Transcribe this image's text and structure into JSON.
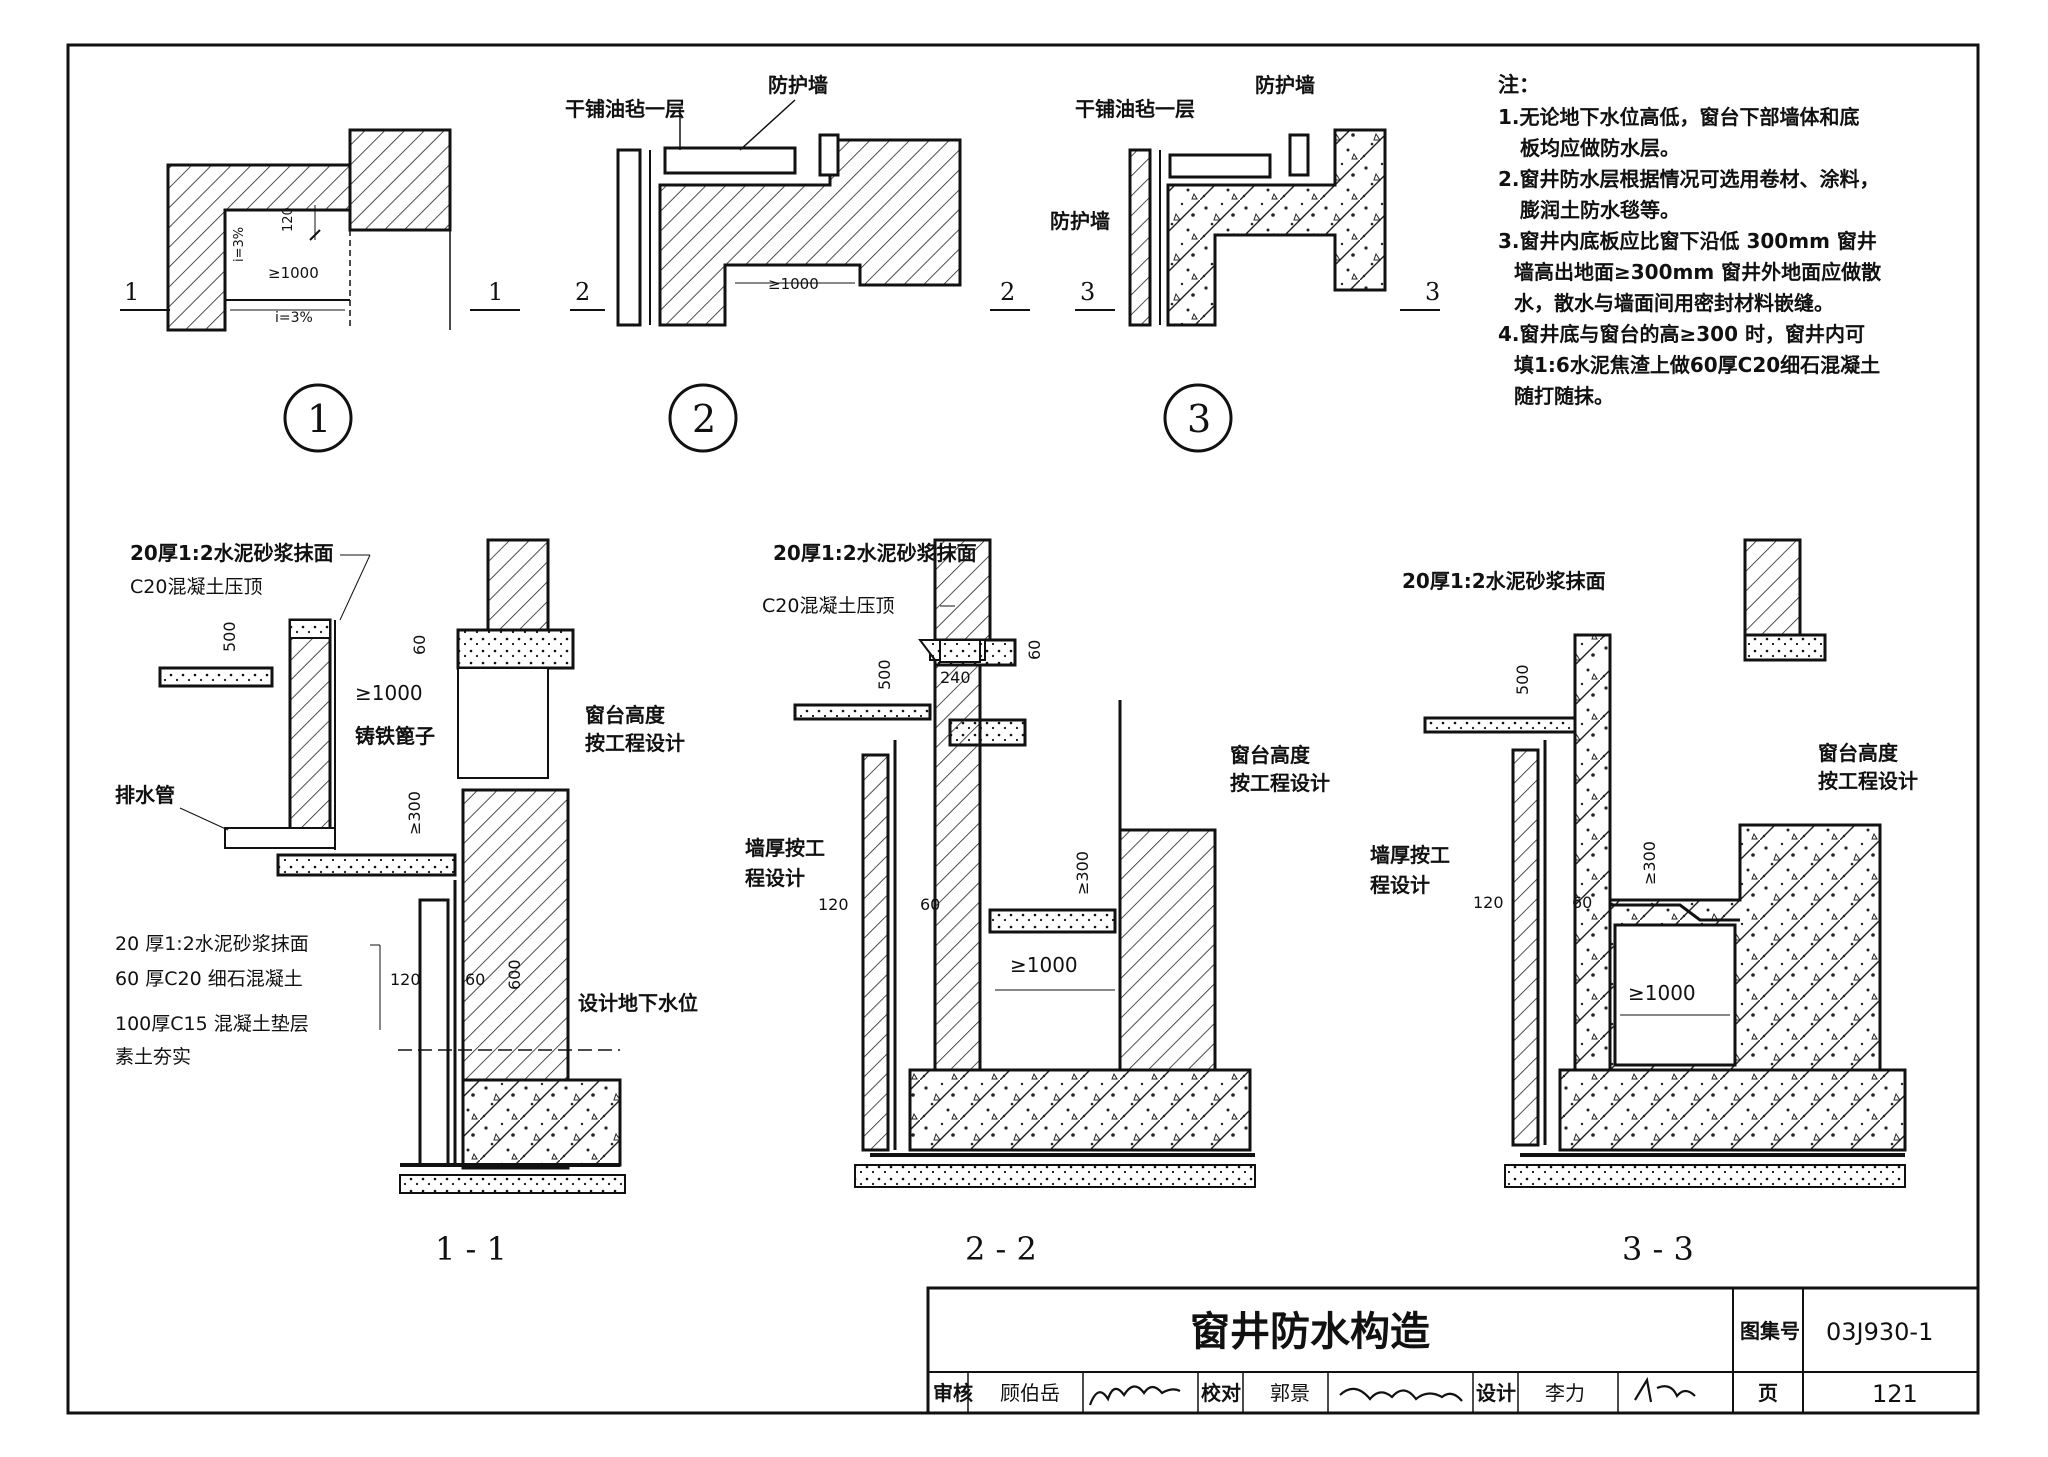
{
  "notes": {
    "heading": "注：",
    "items": [
      "1.无论地下水位高低，窗台下部墙体和底",
      "板均应做防水层。",
      "2.窗井防水层根据情况可选用卷材、涂料，",
      "膨润土防水毯等。",
      "3.窗井内底板应比窗下沿低 300mm 窗井",
      "墙高出地面≥300mm 窗井外地面应做散",
      "水，散水与墙面间用密封材料嵌缝。",
      "4.窗井底与窗台的高≥300 时，窗井内可",
      "填1:6水泥焦渣上做60厚C20细石混凝土",
      "随打随抹。"
    ]
  },
  "details": {
    "d1": {
      "circle": "1",
      "cut_left": "1",
      "cut_right": "1",
      "slope_a": "i=3%",
      "slope_b": "i=3%",
      "dim_120": "120",
      "dim_1000": "≥1000"
    },
    "d2": {
      "circle": "2",
      "cut_left": "2",
      "cut_right": "2",
      "felt": "干铺油毡一层",
      "protect": "防护墙",
      "dim_1000": "≥1000"
    },
    "d3": {
      "circle": "3",
      "cut_left": "3",
      "cut_right": "3",
      "felt": "干铺油毡一层",
      "protect": "防护墙",
      "protect_side": "防护墙"
    }
  },
  "sections": {
    "s1": {
      "title": "1 - 1",
      "mortar_top": "20厚1:2水泥砂浆抹面",
      "c20_cap": "C20混凝土压顶",
      "dim_500": "500",
      "dim_60": "60",
      "dim_1000": "≥1000",
      "grate": "铸铁篦子",
      "drain": "排水管",
      "dim_300": "≥300",
      "sill": "窗台高度",
      "sill2": "按工程设计",
      "layer1": "20 厚1:2水泥砂浆抹面",
      "layer2": "60 厚C20 细石混凝土",
      "layer3": "100厚C15 混凝土垫层",
      "layer4": "素土夯实",
      "dim_120": "120",
      "dim_60b": "60",
      "dim_600": "600",
      "water": "设计地下水位"
    },
    "s2": {
      "title": "2 - 2",
      "mortar_top": "20厚1:2水泥砂浆抹面",
      "c20_cap": "C20混凝土压顶",
      "dim_500": "500",
      "dim_240": "240",
      "dim_60": "60",
      "sill": "窗台高度",
      "sill2": "按工程设计",
      "wall": "墙厚按工",
      "wall2": "程设计",
      "dim_120": "120",
      "dim_60b": "60",
      "dim_300": "≥300",
      "dim_1000": "≥1000"
    },
    "s3": {
      "title": "3 - 3",
      "mortar_top": "20厚1:2水泥砂浆抹面",
      "dim_500": "500",
      "sill": "窗台高度",
      "sill2": "按工程设计",
      "wall": "墙厚按工",
      "wall2": "程设计",
      "dim_120": "120",
      "dim_60b": "60",
      "dim_300": "≥300",
      "dim_1000": "≥1000"
    }
  },
  "title_block": {
    "title": "窗井防水构造",
    "atlas_label": "图集号",
    "atlas_no": "03J930-1",
    "review": "审核",
    "reviewer": "顾伯岳",
    "check": "校对",
    "checker": "郭景",
    "design": "设计",
    "designer": "李力",
    "page_label": "页",
    "page_no": "121"
  }
}
